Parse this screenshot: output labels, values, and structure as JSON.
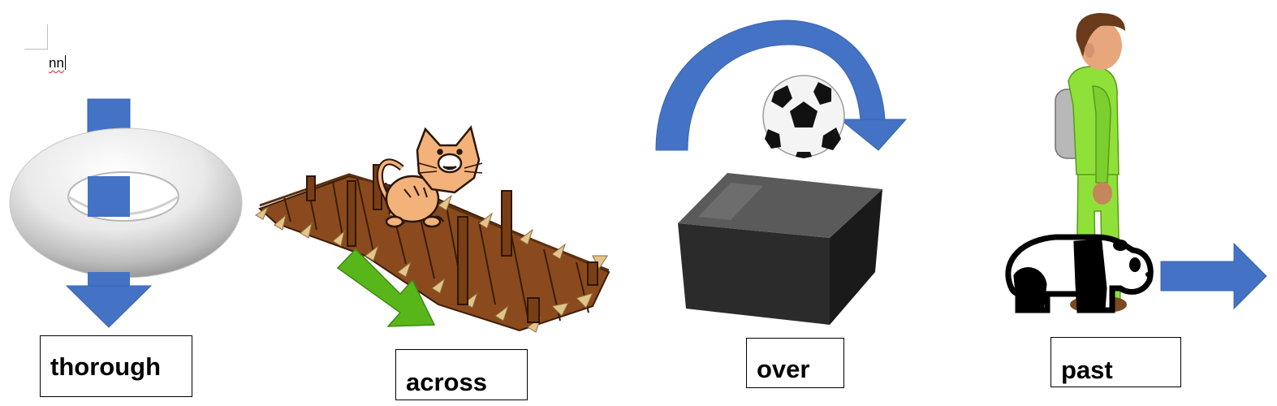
{
  "document": {
    "typed_text": "nn",
    "labels": [
      {
        "id": "through",
        "text": "thorough"
      },
      {
        "id": "across",
        "text": "across"
      },
      {
        "id": "over",
        "text": "over"
      },
      {
        "id": "past",
        "text": "past"
      }
    ]
  },
  "colors": {
    "arrow_blue": "#4472c4",
    "arrow_green": "#58b61a",
    "spell_check_underline": "#e02020",
    "bridge_wood": "#8a4a1e",
    "cat_orange": "#f2b27a",
    "jacket_green": "#8fe13a",
    "box_dark": "#2b2b2b"
  },
  "icons": [
    "torus-image",
    "bridge-image",
    "cat-image",
    "soccer-ball-image",
    "box-image",
    "hiker-image",
    "panda-icon"
  ]
}
